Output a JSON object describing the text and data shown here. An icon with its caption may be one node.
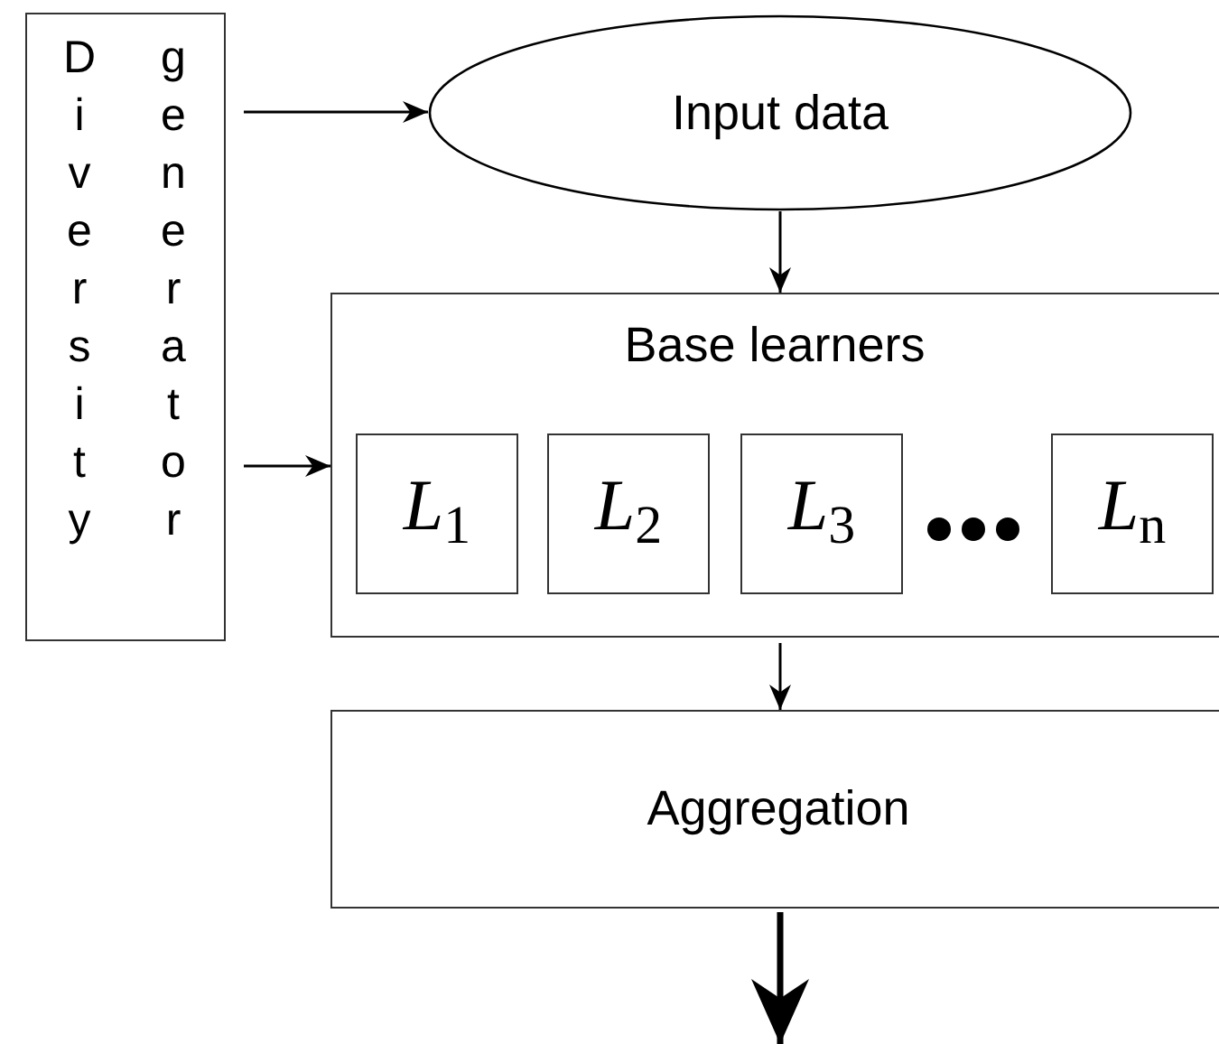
{
  "diagram": {
    "nodes": [
      {
        "text": [
          "Diversity",
          "generator"
        ]
      },
      {
        "text": [
          "Input data"
        ]
      },
      {
        "text": [
          "Base learners"
        ]
      },
      {
        "text": [
          "*L*$_{1}$"
        ],
        "in": 2
      },
      {
        "text": [
          "*L*$_{2}$"
        ],
        "in": 2
      },
      {
        "text": [
          "*L*$_{3}$"
        ],
        "in": 2
      },
      {
        "text": [
          "*L*$_{n}$"
        ],
        "in": 2
      },
      {
        "text": [
          "Aggregation"
        ]
      }
    ],
    "edges": [
      {
        "from": 0,
        "to": 1,
        "arrow": "to"
      },
      {
        "from": 0,
        "to": 2,
        "arrow": "to"
      },
      {
        "from": 1,
        "to": 2,
        "arrow": "to"
      },
      {
        "from": 2,
        "to": 7,
        "arrow": "to"
      },
      {
        "from": 7,
        "to": null,
        "arrow": "to",
        "style": "thick"
      }
    ]
  }
}
